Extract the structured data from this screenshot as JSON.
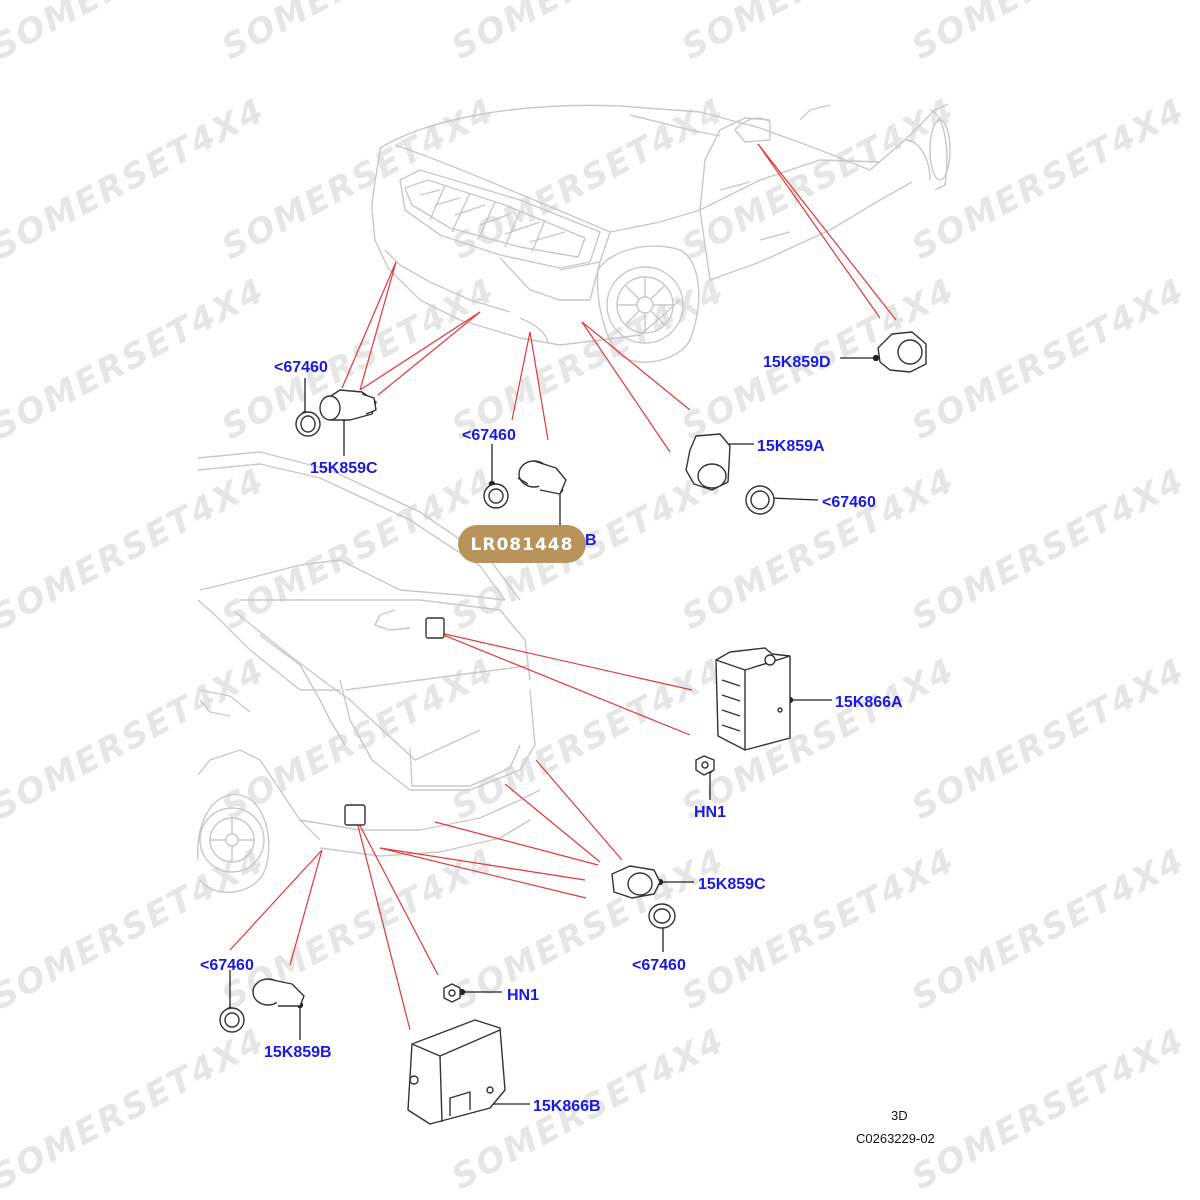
{
  "diagram": {
    "view_label": "3D",
    "illustration_code": "C0263229-02",
    "part_badge": "LR081448",
    "watermark": "SOMERSET4X4",
    "colors": {
      "label": "#1a1adf",
      "leader": "#e23838",
      "badge_fill": "#b8935a",
      "badge_text": "#ffffff",
      "car_outline": "#c8c8c8",
      "part_outline": "#333333",
      "watermark": "#e6e6e6"
    },
    "labels": {
      "front_left_clip": "<67460",
      "front_left_sensor": "15K859C",
      "front_center_clip": "<67460",
      "front_center_sensor_partial": "B",
      "front_right_sensor": "15K859A",
      "front_right_clip": "<67460",
      "mirror_sensor": "15K859D",
      "module_a": "15K866A",
      "nut_a": "HN1",
      "rear_right_sensor": "15K859C",
      "rear_right_clip": "<67460",
      "rear_left_clip": "<67460",
      "rear_left_sensor": "15K859B",
      "nut_b": "HN1",
      "module_b": "15K866B"
    }
  }
}
